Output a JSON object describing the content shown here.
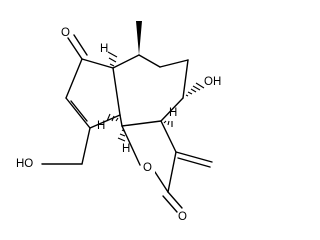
{
  "molecule": {
    "atom_labels": {
      "ketone_oxygen": "O",
      "ring_oxygen": "O",
      "lactone_carbonyl_oxygen": "O",
      "ring_hydroxyl": "OH",
      "hydroxymethyl": "HO",
      "stereo_h_upper": "H",
      "stereo_h_left": "H",
      "stereo_h_lower": "H",
      "stereo_h_right": "H"
    }
  }
}
